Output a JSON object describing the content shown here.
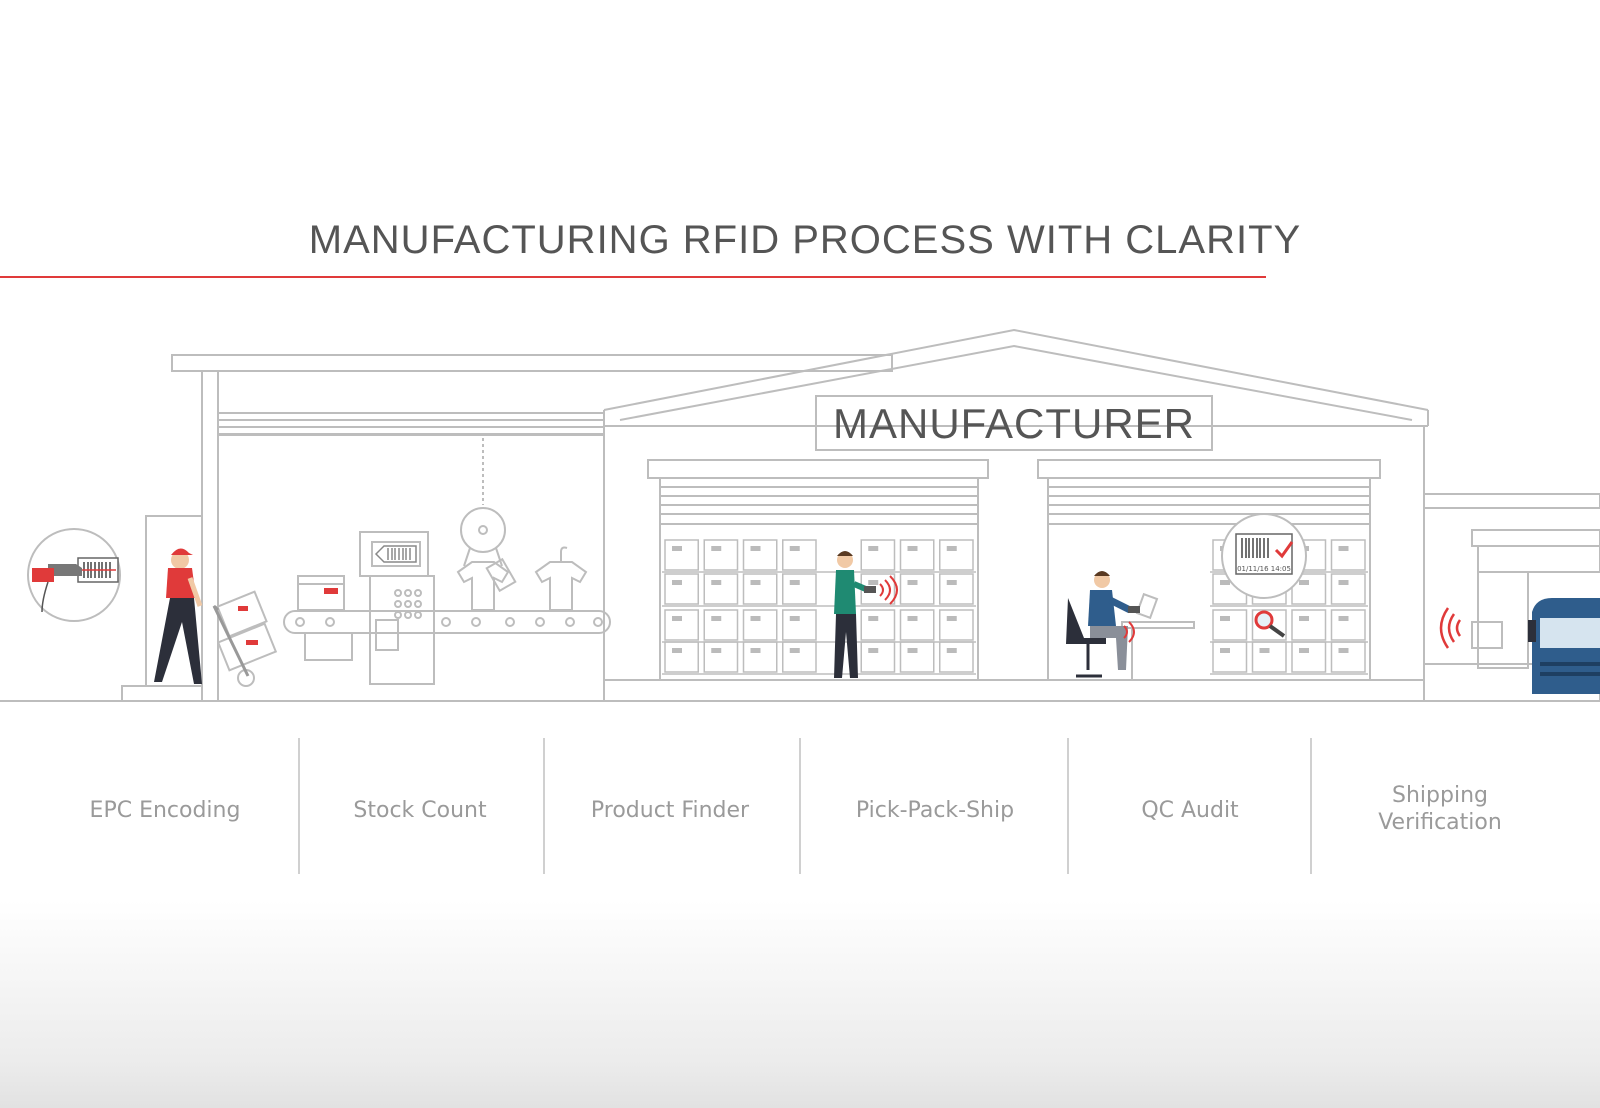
{
  "title": "MANUFACTURING RFID PROCESS WITH CLARITY",
  "building_sign": "MANUFACTURER",
  "timestamp_tag": "01/11/16 14:05",
  "steps": [
    {
      "label": "EPC Encoding"
    },
    {
      "label": "Stock Count"
    },
    {
      "label": "Product Finder"
    },
    {
      "label": "Pick-Pack-Ship"
    },
    {
      "label": "QC Audit"
    },
    {
      "label": "Shipping Verification"
    }
  ],
  "colors": {
    "accent": "#e03a3a",
    "line": "#bdbdbd",
    "text": "#555555",
    "label": "#9a9a9a",
    "truck": "#2f5d8c"
  },
  "icons": [
    "barcode-scanner-icon",
    "magnifier-icon",
    "checkmark-icon",
    "rfid-wave-icon"
  ]
}
